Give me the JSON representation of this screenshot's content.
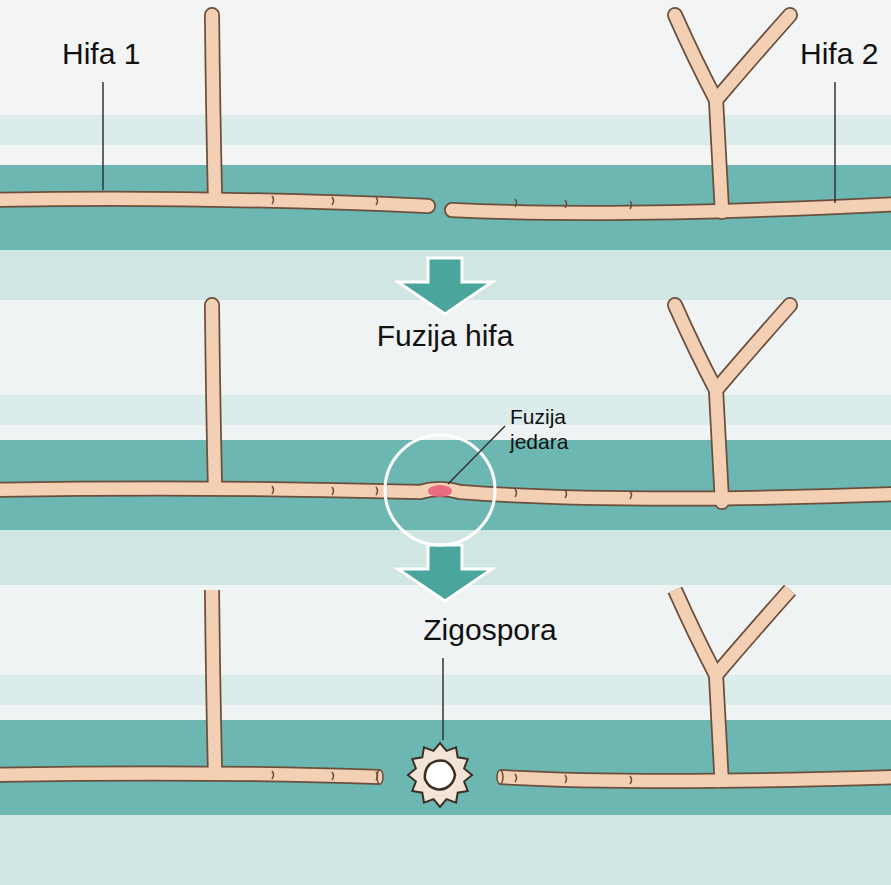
{
  "diagram": {
    "labels": [
      "Hifa 1",
      "Hifa 2",
      "Fuzija hifa",
      "Fuzija jedara",
      "Zigospora"
    ]
  }
}
